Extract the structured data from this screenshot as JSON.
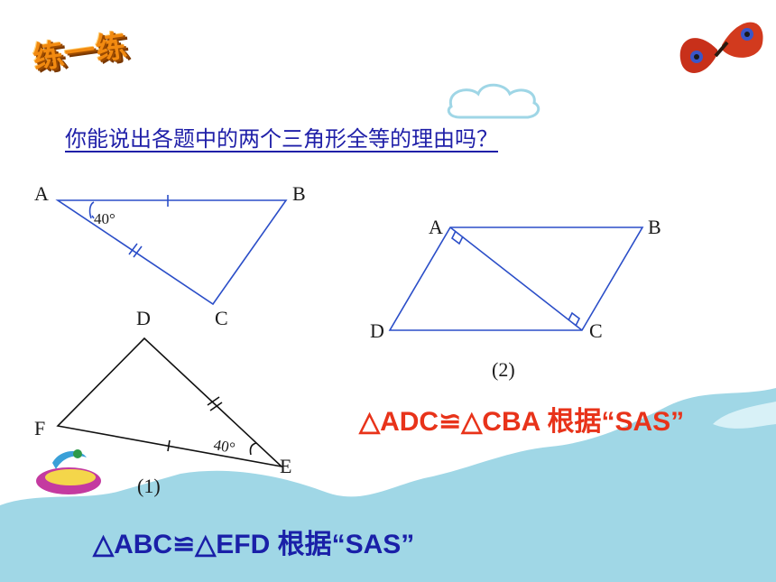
{
  "badge_text": "练一练",
  "question": "你能说出各题中的两个三角形全等的理由吗？",
  "figure1": {
    "labels": {
      "A": "A",
      "B": "B",
      "C": "C",
      "D": "D",
      "E": "E",
      "F": "F"
    },
    "angle_A": "40°",
    "angle_E": "40°",
    "caption": "(1)"
  },
  "figure2": {
    "labels": {
      "A": "A",
      "B": "B",
      "C": "C",
      "D": "D"
    },
    "caption": "(2)"
  },
  "answer2": "△ADC≌△CBA 根据“SAS”",
  "answer1": "△ABC≌△EFD 根据“SAS”",
  "colors": {
    "lines": "#2b4ec8",
    "wave": "#8fd0e2",
    "answer2": "#e8331a",
    "answer1": "#1a20a8",
    "question": "#1f1fa8"
  }
}
